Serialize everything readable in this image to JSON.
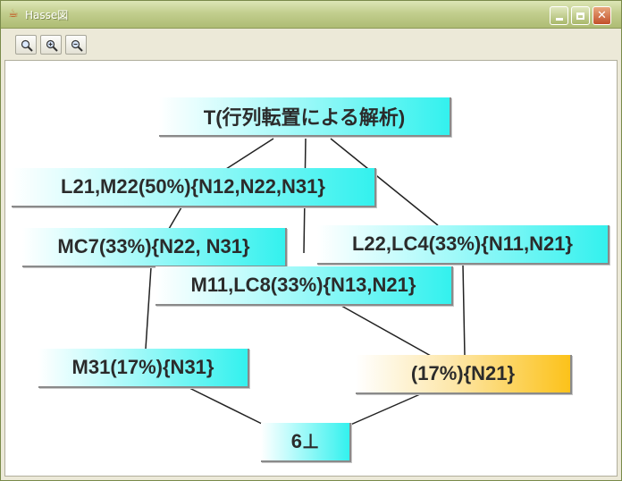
{
  "window": {
    "title": "Hasse図",
    "icon": "java-cup-icon"
  },
  "toolbar": {
    "buttons": [
      {
        "icon": "zoom-fit-icon"
      },
      {
        "icon": "zoom-in-icon"
      },
      {
        "icon": "zoom-out-icon"
      }
    ]
  },
  "colors": {
    "node_accent": "#33f1ee",
    "node_highlight": "#fcc21a",
    "edge": "#222222"
  },
  "diagram": {
    "nodes": [
      {
        "id": "top",
        "label": "T(行列転置による解析)"
      },
      {
        "id": "l21",
        "label": "L21,M22(50%){N12,N22,N31}"
      },
      {
        "id": "mc7",
        "label": "MC7(33%){N22, N31}"
      },
      {
        "id": "l22",
        "label": "L22,LC4(33%){N11,N21}"
      },
      {
        "id": "m11",
        "label": "M11,LC8(33%){N13,N21}"
      },
      {
        "id": "m31",
        "label": "M31(17%){N31}"
      },
      {
        "id": "n21",
        "label": "(17%){N21}"
      },
      {
        "id": "bot",
        "label": "6⊥"
      }
    ]
  }
}
